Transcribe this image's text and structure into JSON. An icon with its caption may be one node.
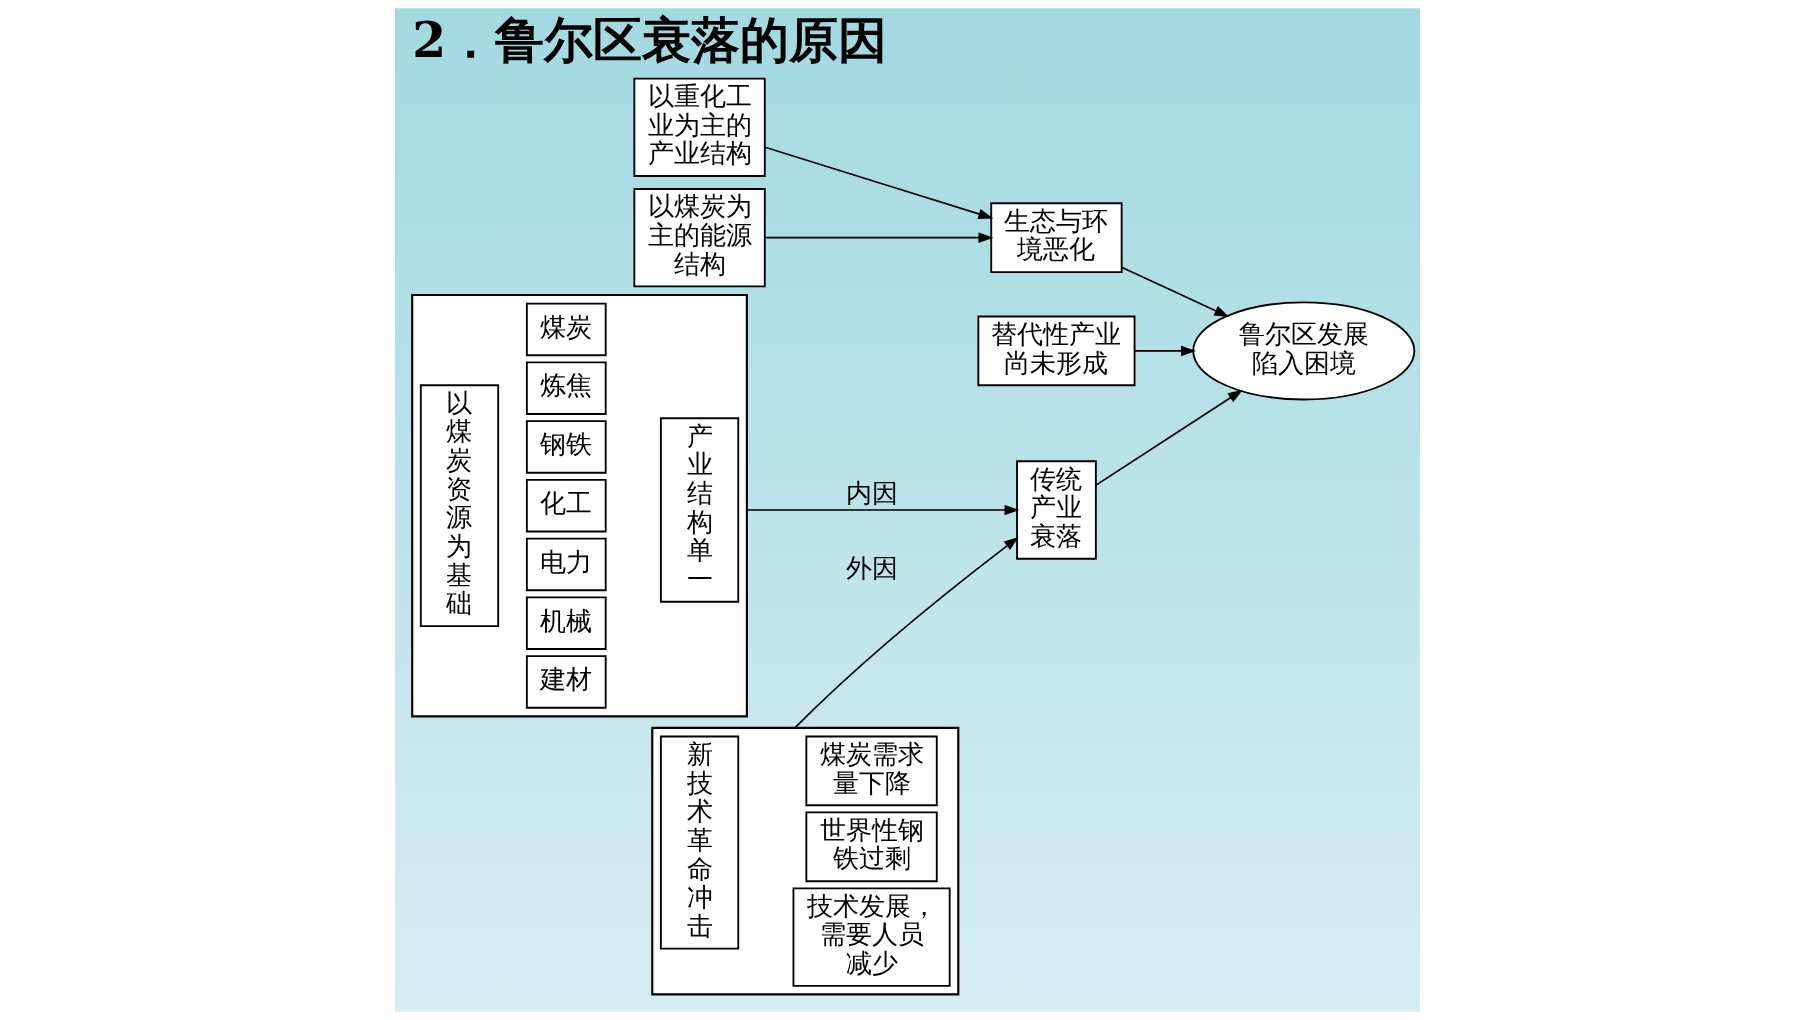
{
  "diagram": {
    "title": "2．鲁尔区衰落的原因",
    "nodes": [
      {
        "text": [],
        "shape": "box"
      },
      {
        "text": [
          "以煤炭资源为基础"
        ],
        "in": 0
      },
      {
        "text": [
          "煤炭"
        ],
        "in": 0
      },
      {
        "text": [
          "炼焦"
        ],
        "in": 0
      },
      {
        "text": [
          "钢铁"
        ],
        "in": 0
      },
      {
        "text": [
          "化工"
        ],
        "in": 0
      },
      {
        "text": [
          "电力"
        ],
        "in": 0
      },
      {
        "text": [
          "机械"
        ],
        "in": 0
      },
      {
        "text": [
          "建材"
        ],
        "in": 0
      },
      {
        "text": [
          "产业结构单一"
        ],
        "in": 0
      },
      {
        "text": [
          "传统产业衰落"
        ]
      },
      {
        "text": [],
        "shape": "box"
      },
      {
        "text": [
          "新技术革命冲击"
        ],
        "in": 11
      },
      {
        "text": [
          "煤炭需求量下降"
        ],
        "in": 11
      },
      {
        "text": [
          "世界性钢铁过剩"
        ],
        "in": 11
      },
      {
        "text": [
          "技术发展，需要人员减少"
        ],
        "in": 11
      },
      {
        "text": [
          "鲁尔区发展陷入困境"
        ]
      },
      {
        "text": [
          "替代性产业尚未形成"
        ]
      },
      {
        "text": [
          "以煤炭为主的能源结构"
        ]
      },
      {
        "text": [
          "生态与环境恶化"
        ]
      },
      {
        "text": [
          "以重化工业为主的产业结构"
        ]
      }
    ],
    "edges": [
      {
        "from": 0,
        "to": 10,
        "arrow": "to",
        "label": "内因"
      },
      {
        "from": 11,
        "to": 10,
        "arrow": "to",
        "label": "外因"
      },
      {
        "from": 10,
        "to": 16,
        "arrow": "to"
      },
      {
        "from": 17,
        "to": 16,
        "arrow": "to"
      },
      {
        "from": 19,
        "to": 16,
        "arrow": "to"
      },
      {
        "from": 18,
        "to": 19,
        "arrow": "to"
      },
      {
        "from": 20,
        "to": 19,
        "arrow": "to"
      }
    ]
  }
}
